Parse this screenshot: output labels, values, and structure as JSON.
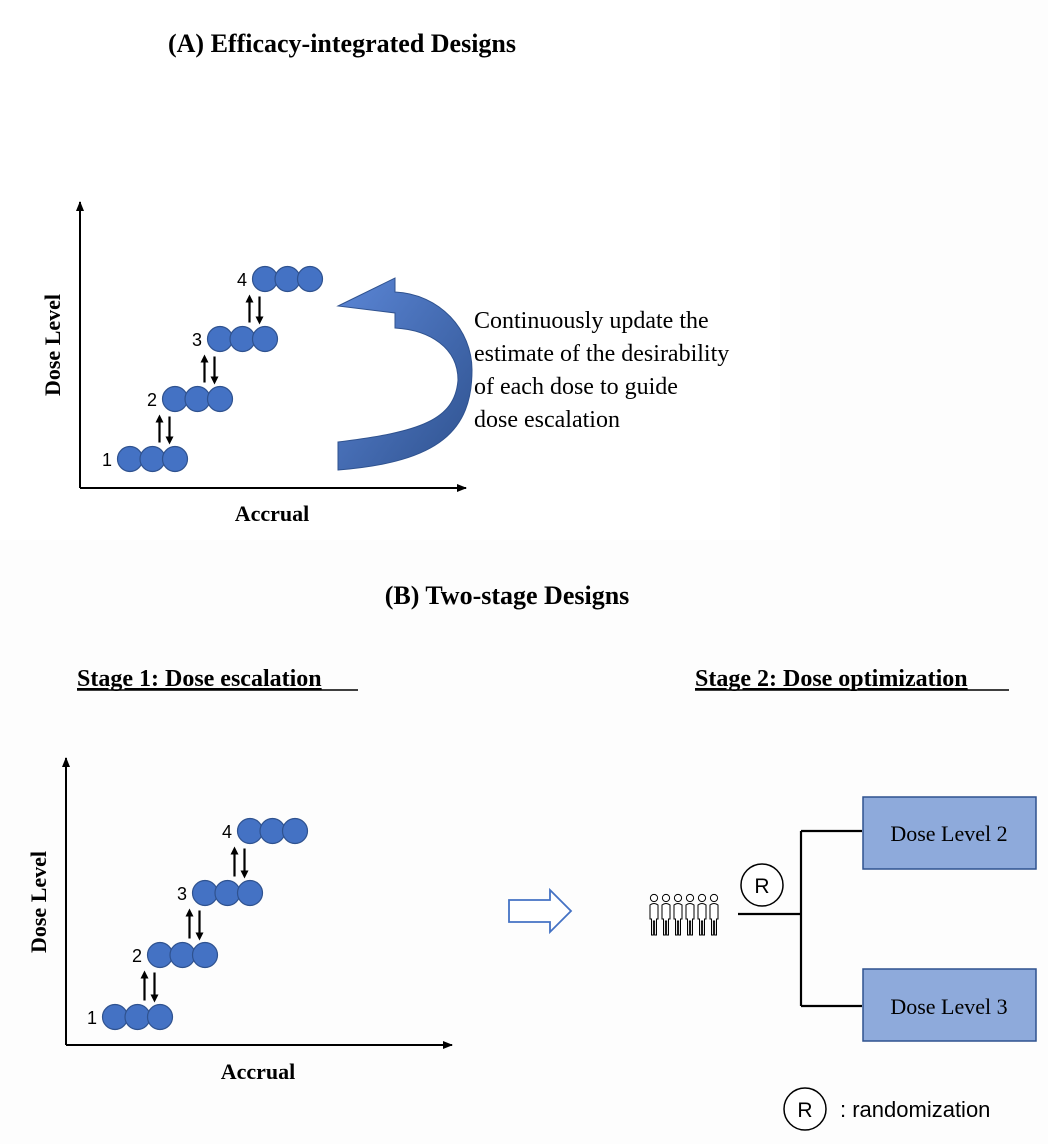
{
  "panel_a": {
    "title": "(A) Efficacy-integrated Designs",
    "y_axis_label": "Dose Level",
    "x_axis_label": "Accrual",
    "dose_levels": [
      "1",
      "2",
      "3",
      "4"
    ],
    "note_lines": [
      "Continuously update the",
      "estimate of the desirability",
      "of each dose to guide",
      "dose escalation"
    ]
  },
  "panel_b": {
    "title": "(B) Two-stage Designs",
    "stage1_title": "Stage 1: Dose escalation",
    "stage2_title": "Stage 2: Dose optimization",
    "y_axis_label": "Dose Level",
    "x_axis_label": "Accrual",
    "dose_levels": [
      "1",
      "2",
      "3",
      "4"
    ],
    "randomization_symbol": "R",
    "arms": [
      "Dose Level 2",
      "Dose Level 3"
    ],
    "legend_symbol": "R",
    "legend_text": ": randomization"
  },
  "colors": {
    "dot_fill": "#4472c4",
    "dot_stroke": "#2f528f",
    "box_fill": "#8eaadb",
    "box_stroke": "#2f528f",
    "arrow_fill": "#4472c4"
  },
  "icons": [
    "people-group-icon",
    "hollow-right-arrow-icon",
    "curved-arrow-icon",
    "up-down-arrows-icon"
  ]
}
